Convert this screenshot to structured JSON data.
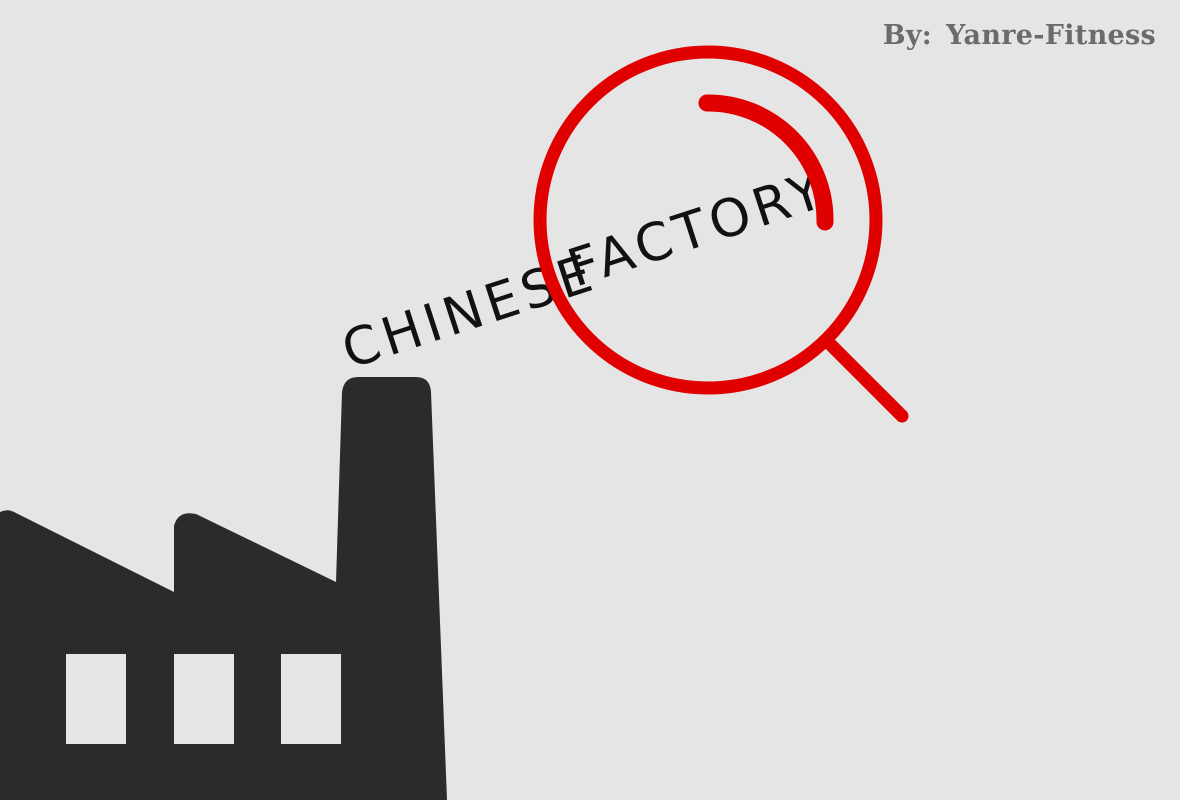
{
  "byline": {
    "prefix": "By:",
    "author": "Yanre-Fitness"
  },
  "slogan": {
    "word1": "CHINESE",
    "word2": "FACTORY"
  },
  "icons": {
    "factory": "factory-icon",
    "magnifier": "magnifying-glass-icon"
  },
  "colors": {
    "background": "#e5e5e5",
    "factory": "#2b2b2b",
    "magnifier": "#e00000",
    "text": "#111111",
    "byline": "#6b6b6b"
  }
}
